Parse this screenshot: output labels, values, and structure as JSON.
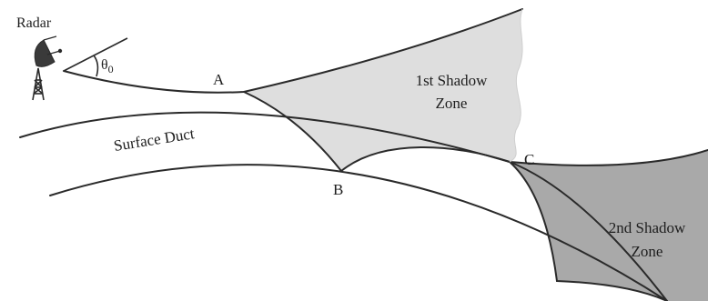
{
  "labels": {
    "radar": "Radar",
    "theta": "θ",
    "theta_sub": "0",
    "point_a": "A",
    "point_b": "B",
    "point_c": "C",
    "duct": "Surface Duct",
    "zone1_line1": "1st Shadow",
    "zone1_line2": "Zone",
    "zone2_line1": "2nd Shadow",
    "zone2_line2": "Zone"
  },
  "colors": {
    "zone1_fill": "#dedede",
    "zone2_fill": "#a9a9a9",
    "line": "#2a2a2a",
    "text": "#1e1e1e"
  },
  "icons": [
    "radar-dish-icon",
    "radar-tower-icon"
  ]
}
